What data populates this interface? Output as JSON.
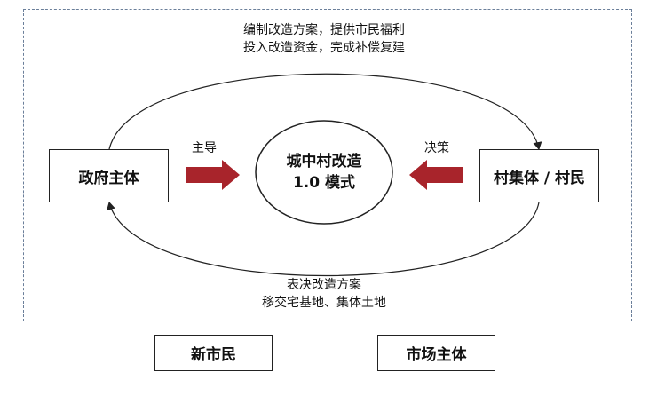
{
  "diagram": {
    "center": {
      "line1": "城中村改造",
      "line2": "1.0 模式"
    },
    "left_box": "政府主体",
    "right_box": "村集体 / 村民",
    "left_arrow_label": "主导",
    "right_arrow_label": "决策",
    "top_labels": [
      "编制改造方案，提供市民福利",
      "投入改造资金，完成补偿复建"
    ],
    "bottom_labels": [
      "表决改造方案",
      "移交宅基地、集体土地"
    ],
    "outside_boxes": [
      "新市民",
      "市场主体"
    ],
    "colors": {
      "arrow": "#a8242b",
      "frame": "#6b7f9a",
      "stroke": "#222222"
    }
  }
}
